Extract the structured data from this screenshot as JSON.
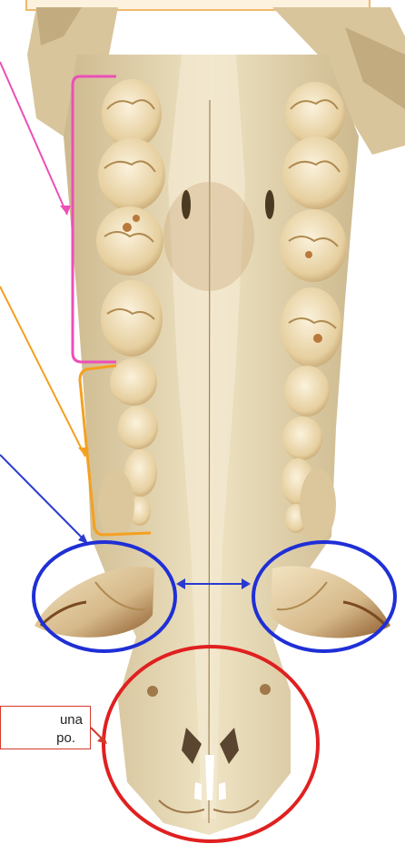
{
  "image": {
    "subject": "skull-palate-ventral-view",
    "background": "#ffffff"
  },
  "note": {
    "line1": "una",
    "line2": "po."
  },
  "annotation_colors": {
    "molar_bracket": "#ec4fb7",
    "premolar_bracket": "#f5a020",
    "canine_pointer": "#2a3ad0",
    "canine_circles": "#1f2fd6",
    "incisor_circle": "#e02020",
    "note_border": "#d43a2a",
    "top_banner_border": "#f0b86c"
  }
}
